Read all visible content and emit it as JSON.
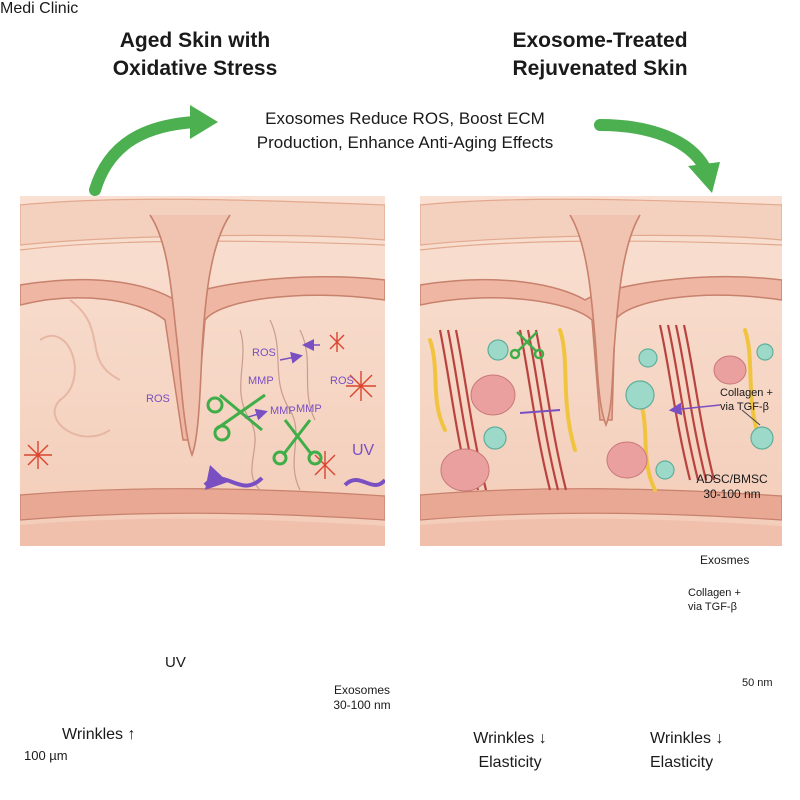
{
  "left_panel": {
    "title": "Aged Skin with\nOxidative Stress",
    "labels": {
      "ros_1": "ROS",
      "ros_2": "ROS",
      "ros_3": "ROS",
      "mmp_1": "MMP",
      "mmp_2": "MMP",
      "mmp_3": "MMP",
      "uv": "UV"
    },
    "inset_caption": "Exosomes\n30-100 nm",
    "person_label": "UV",
    "bottom_label": "Wrinkles ↑",
    "scale_bar": "100 µm"
  },
  "center": {
    "caption": "Exosomes Reduce ROS, Boost ECM\nProduction, Enhance Anti-Aging Effects"
  },
  "right_panel": {
    "title": "Exosome-Treated\nRejuvenated Skin",
    "labels": {
      "collagen_top": "Collagen +\nvia TGF-β",
      "adsc": "ADSC/BMSC\n30-100 nm",
      "inset_exosomes": "Exosmes",
      "inset_collagen": "Collagen +\nvia TGF-β"
    },
    "bottom_label_1": "Wrinkles ↓\nElasticity",
    "bottom_label_2": "Wrinkles ↓\nElasticity",
    "scale_bar": "50 nm"
  },
  "logo": {
    "line1": "Medi",
    "line2": "Clinic"
  },
  "colors": {
    "arrow_green": "#4caf50",
    "skin": "#f6d3c2",
    "collagen": "#b8433f",
    "exosome": "#9dd9c9",
    "ros": "#d9452f",
    "mmp": "#7a4fc2",
    "logo": "#8e2a8a"
  }
}
